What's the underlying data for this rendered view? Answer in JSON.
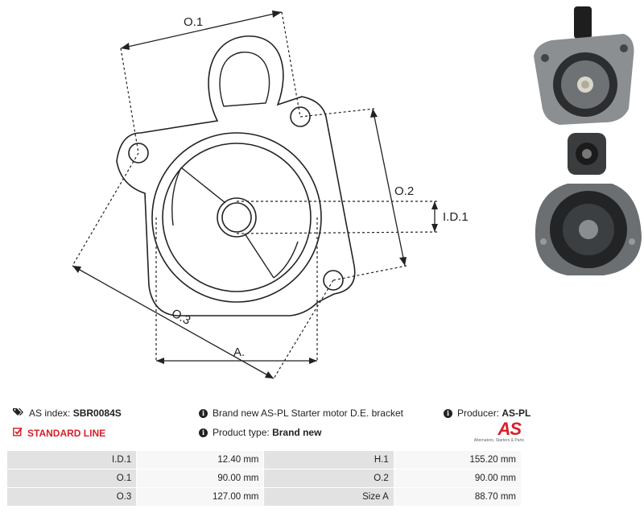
{
  "drawing": {
    "labels": {
      "o1": "O.1",
      "o2": "O.2",
      "o3": "O.3",
      "id1": "I.D.1",
      "a": "A."
    }
  },
  "info": {
    "as_index_label": "AS index:",
    "as_index_value": "SBR0084S",
    "description": "Brand new AS-PL Starter motor D.E. bracket",
    "producer_label": "Producer:",
    "producer_value": "AS-PL",
    "line": "STANDARD LINE",
    "product_type_label": "Product type:",
    "product_type_value": "Brand new",
    "logo_text": "AS",
    "logo_subtext": "Alternators, Starters & Parts"
  },
  "specs": [
    {
      "label1": "I.D.1",
      "value1": "12.40 mm",
      "label2": "H.1",
      "value2": "155.20 mm"
    },
    {
      "label1": "O.1",
      "value1": "90.00 mm",
      "label2": "O.2",
      "value2": "90.00 mm"
    },
    {
      "label1": "O.3",
      "value1": "127.00 mm",
      "label2": "Size A",
      "value2": "88.70 mm"
    }
  ]
}
